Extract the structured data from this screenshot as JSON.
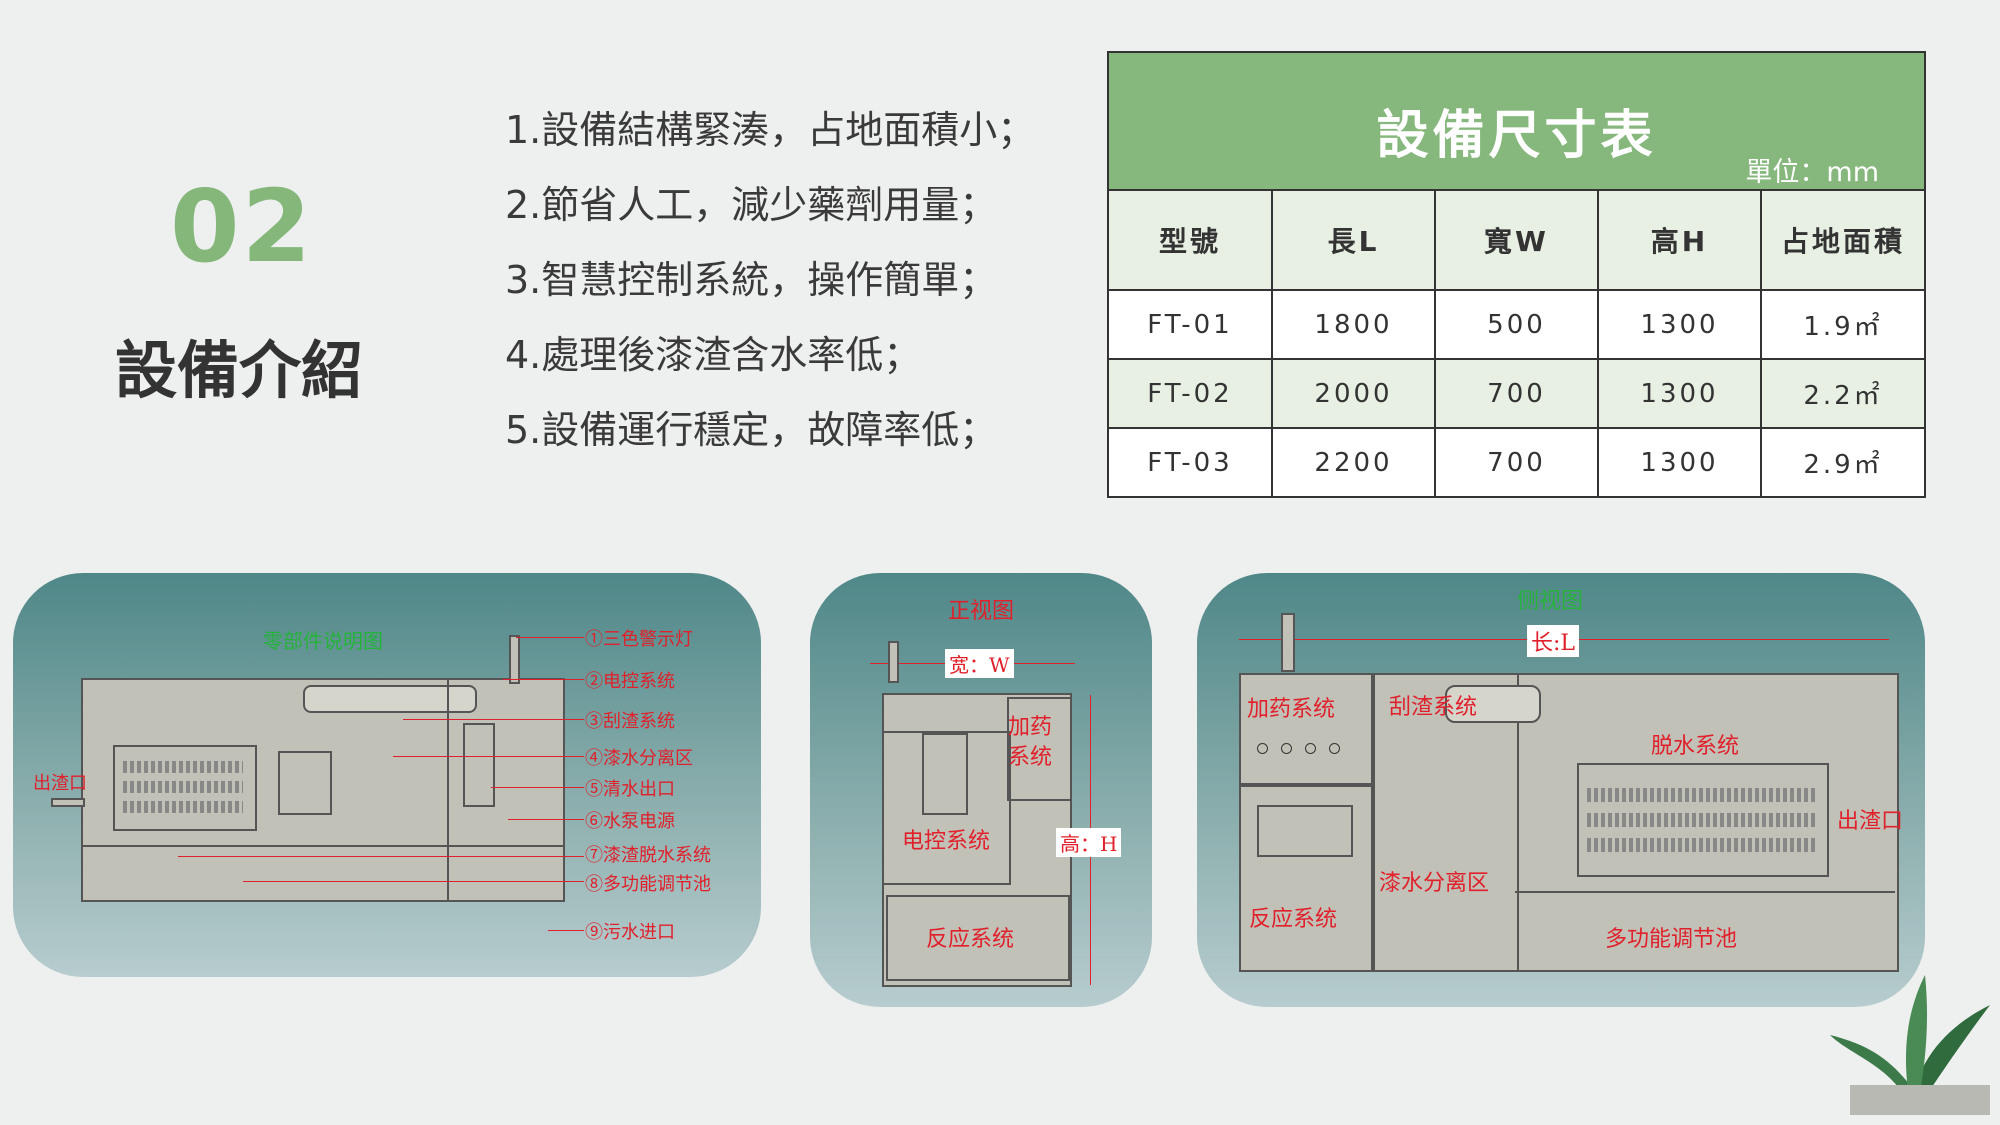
{
  "section": {
    "number": "02",
    "title": "設備介紹"
  },
  "features": [
    "1.設備結構緊湊，占地面積小；",
    "2.節省人工，減少藥劑用量；",
    "3.智慧控制系統，操作簡單；",
    "4.處理後漆渣含水率低；",
    "5.設備運行穩定，故障率低；"
  ],
  "spec_table": {
    "title": "設備尺寸表",
    "unit": "單位：mm",
    "headers": [
      "型號",
      "長L",
      "寬W",
      "高H",
      "占地面積"
    ],
    "rows": [
      [
        "FT-01",
        "1800",
        "500",
        "1300",
        "1.9㎡"
      ],
      [
        "FT-02",
        "2000",
        "700",
        "1300",
        "2.2㎡"
      ],
      [
        "FT-03",
        "2200",
        "700",
        "1300",
        "2.9㎡"
      ]
    ]
  },
  "diagrams": {
    "left": {
      "title": "零部件说明图",
      "outlet": "出渣口",
      "labels": [
        "①三色警示灯",
        "②电控系统",
        "③刮渣系统",
        "④漆水分离区",
        "⑤清水出口",
        "⑥水泵电源",
        "⑦漆渣脱水系统",
        "⑧多功能调节池",
        "⑨污水进口"
      ]
    },
    "front": {
      "title": "正视图",
      "width_label": "宽：W",
      "height_label": "高：H",
      "dosing": "加药系统",
      "control": "电控系统",
      "reaction": "反应系统"
    },
    "side": {
      "title": "侧视图",
      "length_label": "长:L",
      "dosing": "加药系统",
      "scraper": "刮渣系统",
      "dewater": "脱水系统",
      "separation": "漆水分离区",
      "reaction": "反应系统",
      "pool": "多功能调节池",
      "outlet": "出渣口"
    }
  },
  "colors": {
    "accent": "#85b77b",
    "table_header": "#86b77c",
    "row_alt": "#e8f0e4",
    "label_red": "#e0202a",
    "panel_top": "#4f8788"
  }
}
